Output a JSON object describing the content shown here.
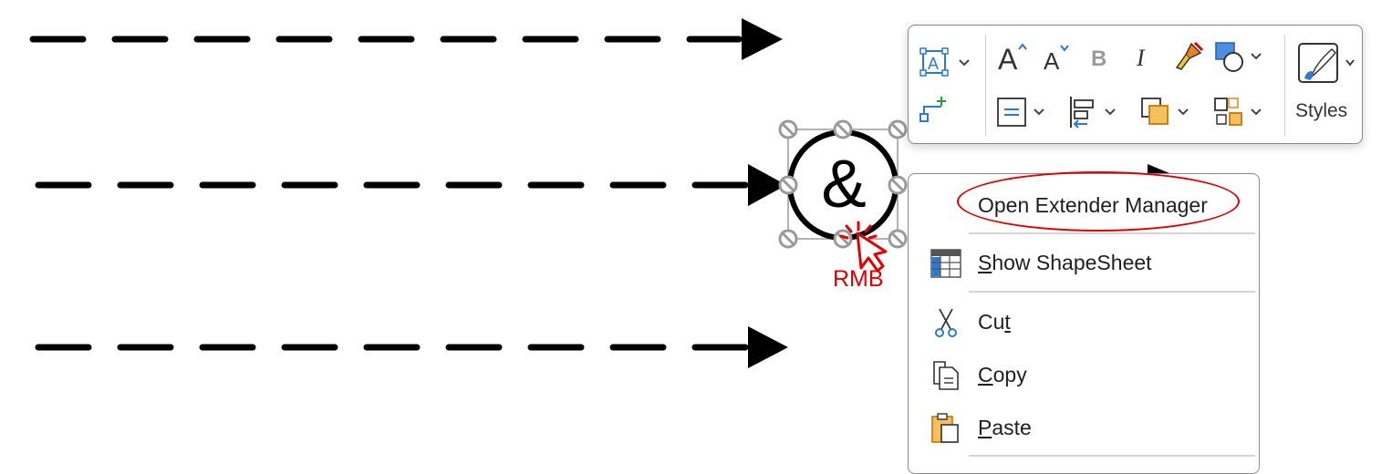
{
  "canvas": {
    "shape_symbol": "&",
    "annotation_label": "RMB",
    "arrow_color": "#000000",
    "annotation_color": "#e00000"
  },
  "toolbar": {
    "buttons": [
      {
        "name": "text-box-icon",
        "has_dropdown": true
      },
      {
        "name": "connector-icon",
        "has_dropdown": false
      },
      {
        "name": "increase-font-size-icon",
        "glyph": "A"
      },
      {
        "name": "decrease-font-size-icon",
        "glyph": "A"
      },
      {
        "name": "bold-icon",
        "glyph": "B"
      },
      {
        "name": "italic-icon",
        "glyph": "I"
      },
      {
        "name": "format-painter-icon"
      },
      {
        "name": "shape-fill-icon",
        "has_dropdown": true
      },
      {
        "name": "text-align-icon",
        "has_dropdown": true
      },
      {
        "name": "position-align-icon",
        "has_dropdown": true
      },
      {
        "name": "bring-to-front-icon",
        "has_dropdown": true
      },
      {
        "name": "group-icon",
        "has_dropdown": true
      },
      {
        "name": "styles-icon",
        "has_dropdown": true
      }
    ],
    "styles_label": "Styles"
  },
  "context_menu": {
    "items": [
      {
        "label": "Open Extender Manager",
        "icon": "none",
        "highlighted": true
      },
      {
        "label": "Show ShapeSheet",
        "icon": "shapesheet-icon",
        "mnemonic": "S"
      },
      {
        "label": "Cut",
        "icon": "scissors-icon",
        "mnemonic": "t"
      },
      {
        "label": "Copy",
        "icon": "copy-icon",
        "mnemonic": "C"
      },
      {
        "label": "Paste",
        "icon": "paste-icon",
        "mnemonic": "P"
      }
    ]
  }
}
